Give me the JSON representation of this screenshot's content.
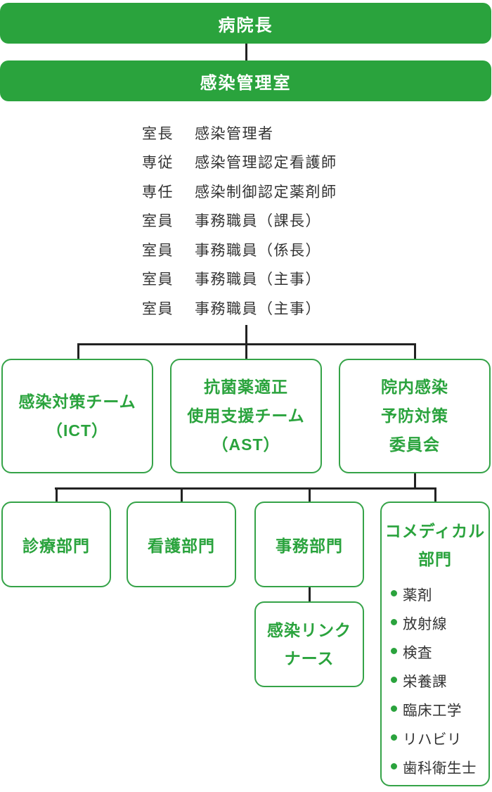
{
  "colors": {
    "green": "#2aa33d",
    "line": "#222222",
    "text_dark": "#333333",
    "white": "#ffffff"
  },
  "top_bars": {
    "director": "病院長",
    "office": "感染管理室"
  },
  "staff": {
    "rows": [
      {
        "role": "室長",
        "title": "感染管理者"
      },
      {
        "role": "専従",
        "title": "感染管理認定看護師"
      },
      {
        "role": "専任",
        "title": "感染制御認定薬剤師"
      },
      {
        "role": "室員",
        "title": "事務職員（課長）"
      },
      {
        "role": "室員",
        "title": "事務職員（係長）"
      },
      {
        "role": "室員",
        "title": "事務職員（主事）"
      },
      {
        "role": "室員",
        "title": "事務職員（主事）"
      }
    ]
  },
  "teams": [
    {
      "lines": [
        "感染対策チーム",
        "（ICT）"
      ]
    },
    {
      "lines": [
        "抗菌薬適正",
        "使用支援チーム",
        "（AST）"
      ]
    },
    {
      "lines": [
        "院内感染",
        "予防対策",
        "委員会"
      ]
    }
  ],
  "departments": [
    {
      "label": "診療部門"
    },
    {
      "label": "看護部門"
    },
    {
      "label": "事務部門"
    }
  ],
  "comedical": {
    "title_lines": [
      "コメディカル",
      "部門"
    ],
    "items": [
      "薬剤",
      "放射線",
      "検査",
      "栄養課",
      "臨床工学",
      "リハビリ",
      "歯科衛生士"
    ]
  },
  "link_nurse": {
    "lines": [
      "感染リンク",
      "ナース"
    ]
  }
}
